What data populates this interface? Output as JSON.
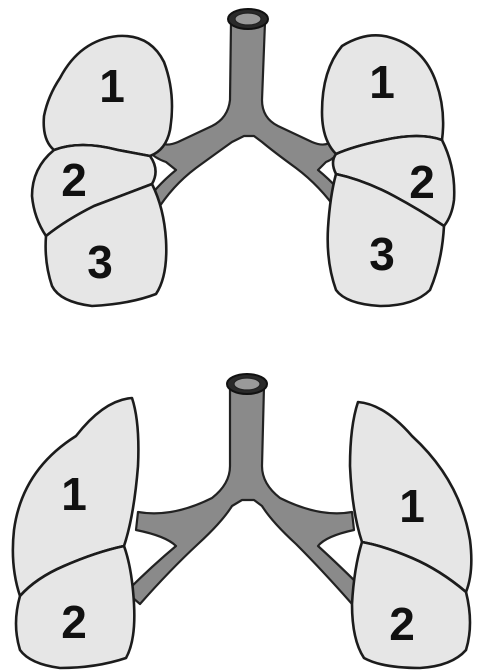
{
  "top_diagram": {
    "left_lung": {
      "lobes": [
        "1",
        "2",
        "3"
      ]
    },
    "right_lung": {
      "lobes": [
        "1",
        "2",
        "3"
      ]
    }
  },
  "bottom_diagram": {
    "left_lung": {
      "lobes": [
        "1",
        "2"
      ]
    },
    "right_lung": {
      "lobes": [
        "1",
        "2"
      ]
    }
  },
  "colors": {
    "lobe_fill": "#e6e6e6",
    "airway_fill": "#8a8a8a",
    "outline": "#1c1c1c"
  }
}
